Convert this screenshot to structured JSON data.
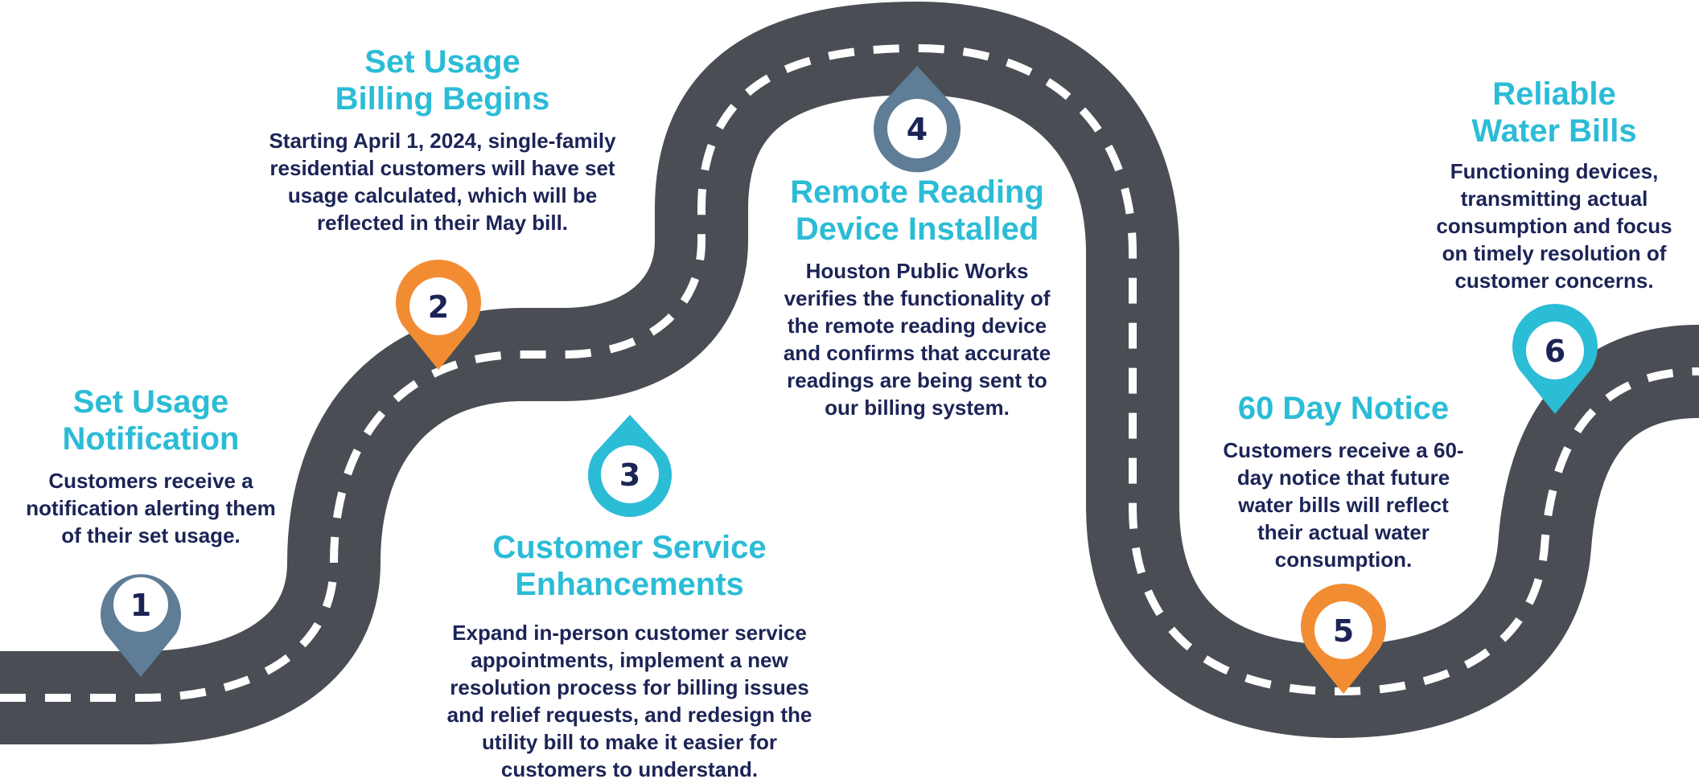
{
  "steps": [
    {
      "number": "1",
      "title_line1": "Set Usage",
      "title_line2": "Notification",
      "description": [
        "Customers receive a",
        "notification alerting them",
        "of their set usage."
      ],
      "pin_color": "#5f7d97"
    },
    {
      "number": "2",
      "title_line1": "Set Usage",
      "title_line2": "Billing Begins",
      "description": [
        "Starting April 1, 2024, single-family",
        "residential customers will have set",
        "usage calculated, which will be",
        "reflected in their May bill."
      ],
      "pin_color": "#f28c33"
    },
    {
      "number": "3",
      "title_line1": "Customer Service",
      "title_line2": "Enhancements",
      "description": [
        "Expand in-person customer service",
        "appointments, implement a new",
        "resolution process for billing issues",
        "and relief requests, and redesign the",
        "utility bill to make it easier for",
        "customers to understand."
      ],
      "pin_color": "#2bbcd6"
    },
    {
      "number": "4",
      "title_line1": "Remote Reading",
      "title_line2": "Device Installed",
      "description": [
        "Houston Public Works",
        "verifies the functionality of",
        "the remote reading device",
        "and confirms that accurate",
        "readings are being sent to",
        "our billing system."
      ],
      "pin_color": "#5f7d97"
    },
    {
      "number": "5",
      "title_line1": "60 Day Notice",
      "title_line2": "",
      "description": [
        "Customers receive a 60-",
        "day notice that future",
        "water bills will reflect",
        "their actual water",
        "consumption."
      ],
      "pin_color": "#f28c33"
    },
    {
      "number": "6",
      "title_line1": "Reliable",
      "title_line2": "Water Bills",
      "description": [
        "Functioning devices,",
        "transmitting actual",
        "consumption and focus",
        "on timely resolution of",
        "customer concerns."
      ],
      "pin_color": "#2bbcd6"
    }
  ],
  "colors": {
    "road": "#4a4e54",
    "lane_dash": "#ffffff",
    "title": "#2bbcd6",
    "text": "#1c2456"
  }
}
